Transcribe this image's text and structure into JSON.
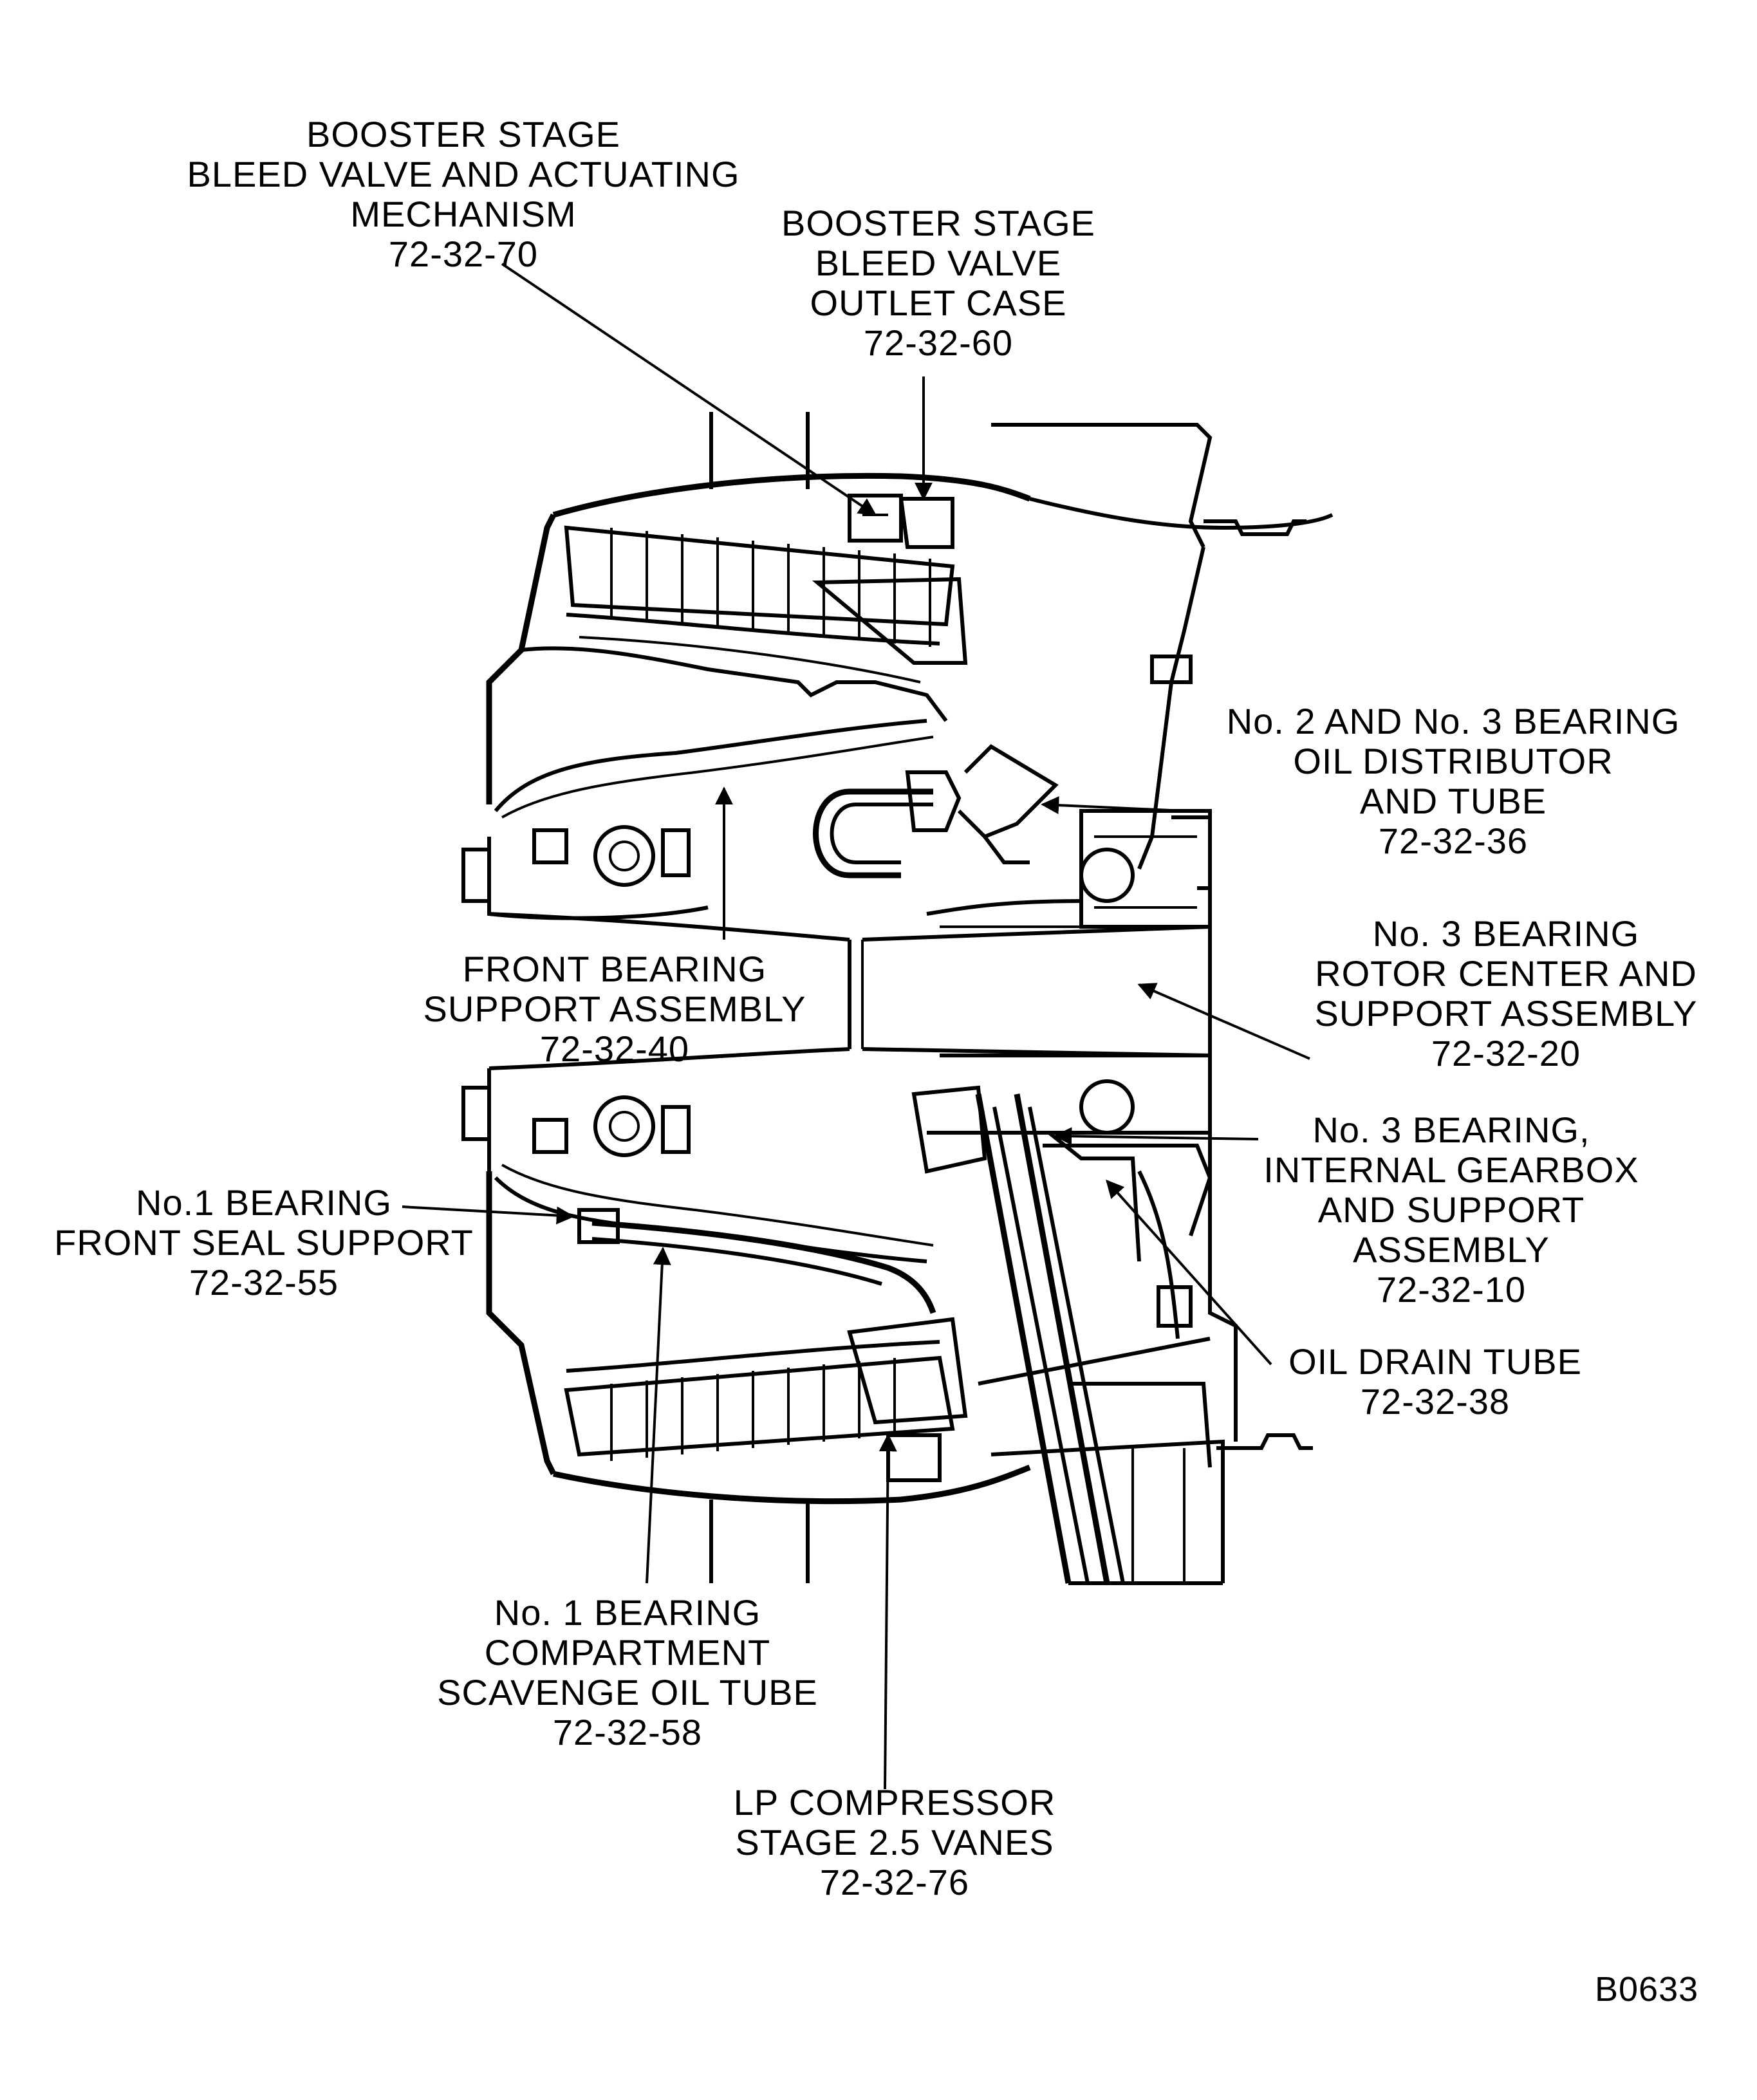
{
  "callouts": [
    {
      "id": "booster-bleed-valve-actuating",
      "lines": [
        "BOOSTER STAGE",
        "BLEED VALVE AND ACTUATING",
        "MECHANISM"
      ],
      "ref": "72-32-70"
    },
    {
      "id": "booster-bleed-valve-outlet-case",
      "lines": [
        "BOOSTER STAGE",
        "BLEED VALVE",
        "OUTLET CASE"
      ],
      "ref": "72-32-60"
    },
    {
      "id": "no2-no3-oil-distributor",
      "lines": [
        "No. 2 AND No. 3 BEARING",
        "OIL DISTRIBUTOR",
        "AND TUBE"
      ],
      "ref": "72-32-36"
    },
    {
      "id": "no3-rotor-center-support",
      "lines": [
        "No. 3 BEARING",
        "ROTOR CENTER AND",
        "SUPPORT ASSEMBLY"
      ],
      "ref": "72-32-20"
    },
    {
      "id": "front-bearing-support",
      "lines": [
        "FRONT BEARING",
        "SUPPORT ASSEMBLY"
      ],
      "ref": "72-32-40"
    },
    {
      "id": "no3-internal-gearbox",
      "lines": [
        "No. 3 BEARING,",
        "INTERNAL GEARBOX",
        "AND SUPPORT",
        "ASSEMBLY"
      ],
      "ref": "72-32-10"
    },
    {
      "id": "no1-front-seal-support",
      "lines": [
        "No.1 BEARING",
        "FRONT SEAL SUPPORT"
      ],
      "ref": "72-32-55"
    },
    {
      "id": "oil-drain-tube",
      "lines": [
        "OIL DRAIN TUBE"
      ],
      "ref": "72-32-38"
    },
    {
      "id": "no1-scavenge-oil-tube",
      "lines": [
        "No. 1 BEARING",
        "COMPARTMENT",
        "SCAVENGE OIL TUBE"
      ],
      "ref": "72-32-58"
    },
    {
      "id": "lp-compressor-vanes",
      "lines": [
        "LP COMPRESSOR",
        "STAGE 2.5 VANES"
      ],
      "ref": "72-32-76"
    }
  ],
  "figure_id": "B0633"
}
